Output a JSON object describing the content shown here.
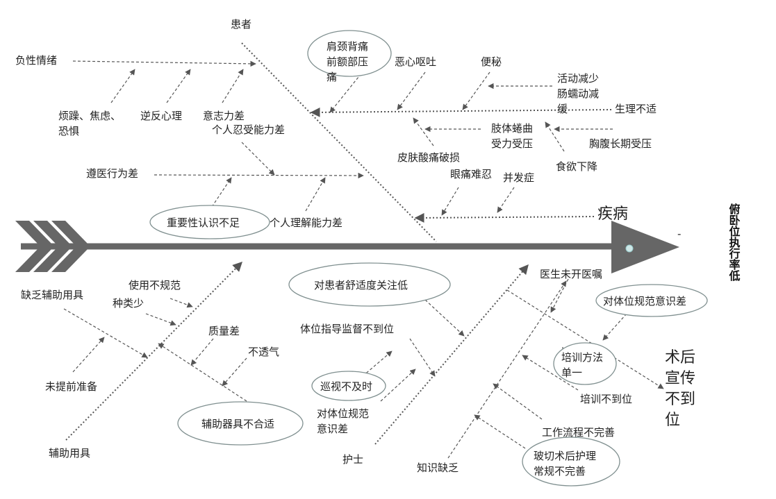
{
  "head": {
    "text": "俯卧位执行率低",
    "minor": "-"
  },
  "categories": {
    "patient": "患者",
    "disease": "疾病",
    "tools": "辅助用具",
    "nurse": "护士",
    "knowledge": "知识缺乏",
    "education": "术后宣传不到位"
  },
  "causes": {
    "negative_emotion": "负性情绪",
    "irritability": "烦躁、焦虑、恐惧",
    "rebellious": "逆反心理",
    "willpower": "意志力差",
    "tolerance": "个人忍受能力差",
    "compliance": "遵医行为差",
    "importance": "重要性认识不足",
    "understanding": "个人理解能力差",
    "shoulder_pain": "肩颈背痛前额部压痛",
    "nausea": "恶心呕吐",
    "constipation": "便秘",
    "activity": "活动减少肠蠕动减缓",
    "discomfort": "生理不适",
    "limb": "肢体蜷曲受力受压",
    "chest": "胸腹长期受压",
    "skin": "皮肤酸痛破损",
    "appetite": "食欲下降",
    "eye_pain": "眼痛难忍",
    "complication": "并发症",
    "lack_tools": "缺乏辅助用具",
    "nonstandard_use": "使用不规范",
    "few_types": "种类少",
    "quality": "质量差",
    "airtight": "不透气",
    "unprepared": "未提前准备",
    "unsuitable": "辅助器具不合适",
    "comfort_focus": "对患者舒适度关注低",
    "supervision": "体位指导监督不到位",
    "patrol": "巡视不及时",
    "nurse_awareness": "对体位规范意识差",
    "doctor_order": "医生未开医嘱",
    "posture_awareness": "对体位规范意识差",
    "training_method": "培训方法单一",
    "training": "培训不到位",
    "workflow": "工作流程不完善",
    "routine": "玻切术后护理常规不完善"
  }
}
